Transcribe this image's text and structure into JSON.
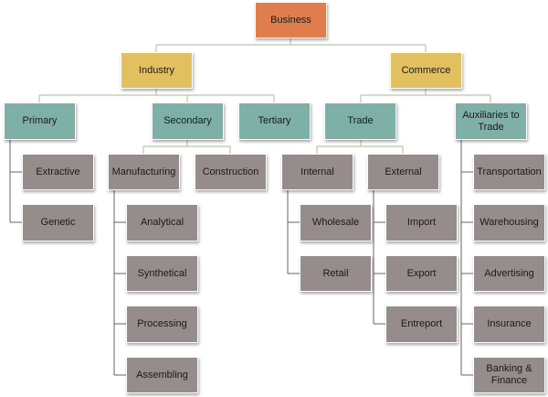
{
  "diagram": {
    "root": "Business",
    "level1": {
      "industry": "Industry",
      "commerce": "Commerce"
    },
    "industry": {
      "primary": "Primary",
      "secondary": "Secondary",
      "tertiary": "Tertiary",
      "primary_children": [
        "Extractive",
        "Genetic"
      ],
      "secondary_children": [
        "Manufacturing",
        "Construction"
      ],
      "manufacturing_children": [
        "Analytical",
        "Synthetical",
        "Processing",
        "Assembling"
      ]
    },
    "commerce": {
      "trade": "Trade",
      "auxiliaries": "Auxiliaries to\nTrade",
      "trade_children": [
        "Internal",
        "External"
      ],
      "internal_children": [
        "Wholesale",
        "Retail"
      ],
      "external_children": [
        "Import",
        "Export",
        "Entreport"
      ],
      "auxiliaries_children": [
        "Transportation",
        "Warehousing",
        "Advertising",
        "Insurance",
        "Banking &\nFinance"
      ]
    }
  }
}
